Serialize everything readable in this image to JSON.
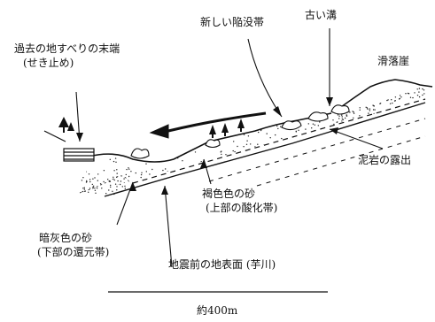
{
  "labels": {
    "old_landslide_toe": "過去の地すべりの末端",
    "old_landslide_toe_note": "(せき止め)",
    "new_subsidence_zone": "新しい陥没帯",
    "old_ditch": "古い溝",
    "scarp": "滑落崖",
    "mudstone_outcrop": "泥岩の露出",
    "brown_sand": "褐色色の砂",
    "brown_sand_note": "(上部の酸化帯)",
    "dark_gray_sand": "暗灰色の砂",
    "dark_gray_sand_note": "(下部の還元帯)",
    "pre_quake_surface": "地震前の地表面 (芋川)"
  },
  "scale_bar": {
    "label": "約400m"
  },
  "colors": {
    "ink": "#111111",
    "background": "#ffffff"
  }
}
